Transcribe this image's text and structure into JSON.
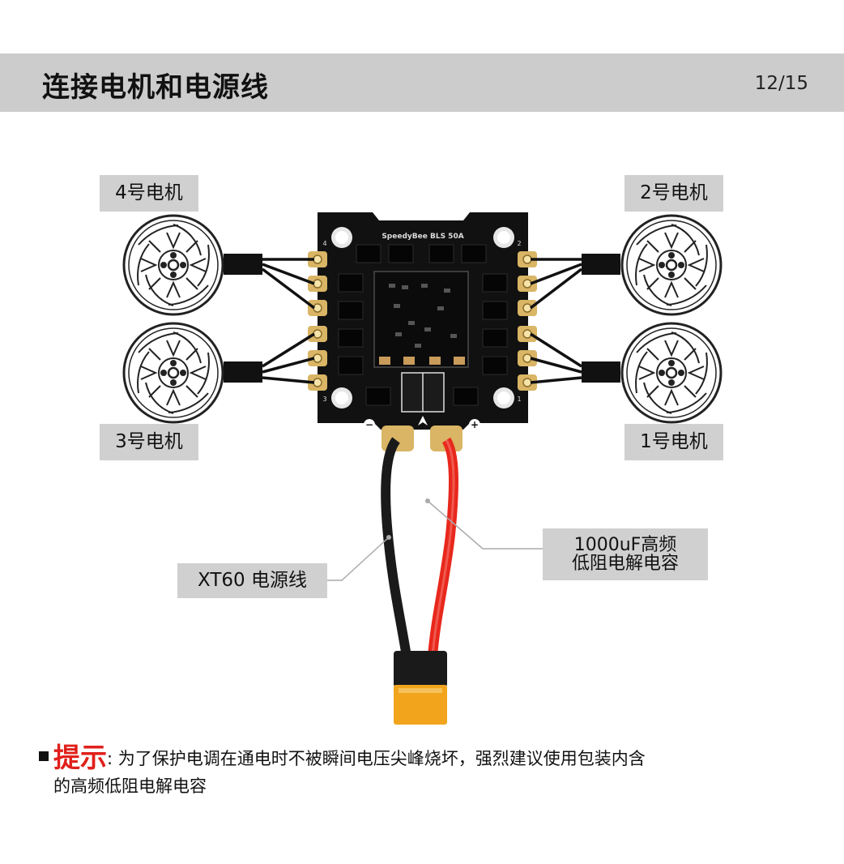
{
  "header": {
    "title": "连接电机和电源线",
    "page": "12/15"
  },
  "labels": {
    "motor4": "4号电机",
    "motor2": "2号电机",
    "motor3": "3号电机",
    "motor1": "1号电机",
    "xt60": "XT60 电源线",
    "capacitor_line1": "1000uF高频",
    "capacitor_line2": "低阻电解电容"
  },
  "board": {
    "model": "SpeedyBee BLS 50A",
    "pad_numbers": [
      "4",
      "2",
      "3",
      "1"
    ],
    "minus": "−",
    "plus": "+",
    "colors": {
      "pcb": "#111111",
      "pad": "#d9b565",
      "red_wire": "#e8281c",
      "black_wire": "#1a1a1a",
      "xt60": "#f2a51c"
    }
  },
  "tip": {
    "keyword": "提示",
    "separator": ": ",
    "line1": "为了保护电调在通电时不被瞬间电压尖峰烧坏，强烈建议使用包装内含",
    "line2": "的高频低阻电解电容"
  }
}
